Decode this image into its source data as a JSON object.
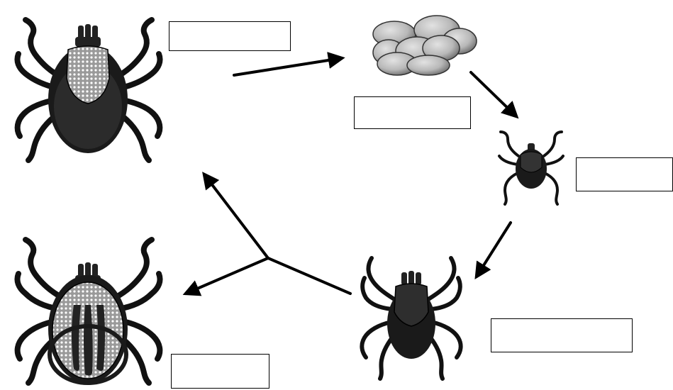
{
  "diagram": {
    "stages": [
      {
        "id": "adult-female",
        "label": ""
      },
      {
        "id": "eggs",
        "label": ""
      },
      {
        "id": "larva",
        "label": ""
      },
      {
        "id": "nymph",
        "label": ""
      },
      {
        "id": "adult-male",
        "label": ""
      }
    ],
    "colors": {
      "ink": "#000000",
      "body_dark": "#1a1a1a",
      "body_mid": "#333333",
      "shield_light": "#9a9a9a",
      "egg_light": "#c8c8c8",
      "egg_dark": "#7a7a7a",
      "background": "#ffffff"
    }
  }
}
